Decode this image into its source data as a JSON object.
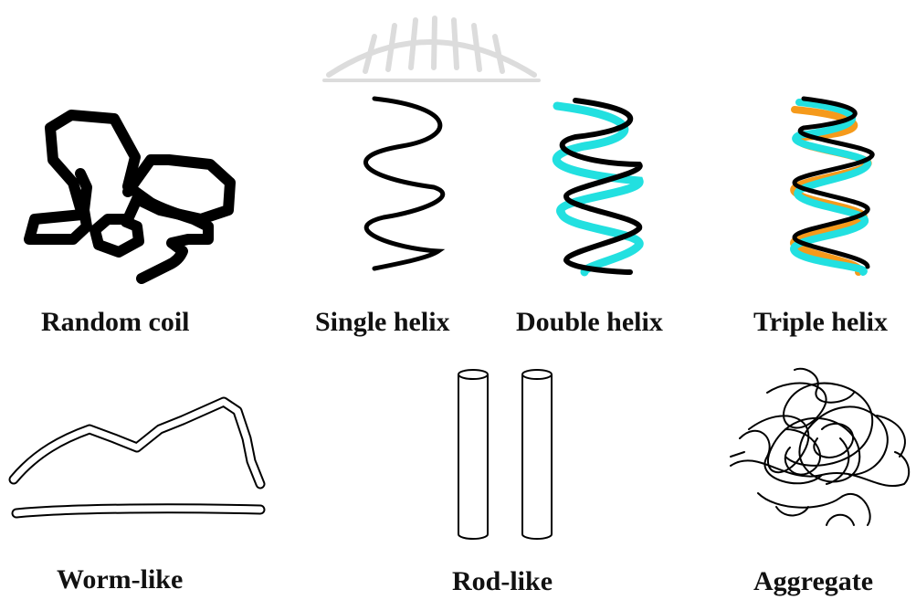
{
  "labels": {
    "random_coil": "Random coil",
    "single_helix": "Single helix",
    "double_helix": "Double helix",
    "triple_helix": "Triple helix",
    "worm_like": "Worm-like",
    "rod_like": "Rod-like",
    "aggregate": "Aggregate"
  },
  "colors": {
    "strand_black": "#000000",
    "strand_cyan": "#22e0e0",
    "strand_orange": "#f59a1b",
    "watermark": "#dcdcdc"
  }
}
